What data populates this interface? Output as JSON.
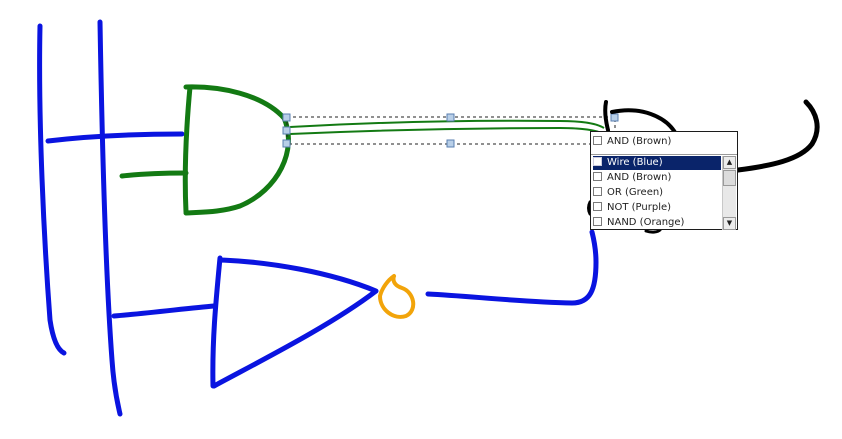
{
  "popup": {
    "current": "AND  (Brown)",
    "options": [
      {
        "label": "Wire  (Blue)",
        "selected": true
      },
      {
        "label": "AND  (Brown)",
        "selected": false
      },
      {
        "label": "OR  (Green)",
        "selected": false
      },
      {
        "label": "NOT  (Purple)",
        "selected": false
      },
      {
        "label": "NAND  (Orange)",
        "selected": false
      }
    ],
    "scroll_up_glyph": "▲",
    "scroll_down_glyph": "▼"
  },
  "colors": {
    "wire": "#0a14e0",
    "and_gate": "#137a13",
    "not_bubble": "#f2a40a",
    "black_wire": "#000000",
    "selection": "#0a246a"
  }
}
